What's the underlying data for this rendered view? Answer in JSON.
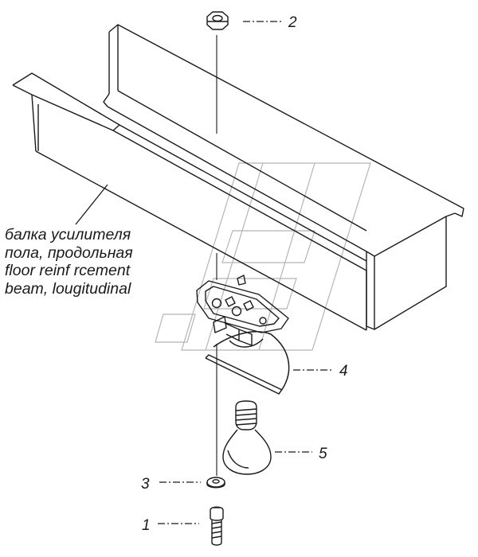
{
  "beam_label": {
    "lines": [
      "балка усилителя",
      "пола, продольная",
      "floor  reinf rcement",
      "beam, lougitudinal"
    ]
  },
  "callouts": [
    {
      "number": "1",
      "part": "screw"
    },
    {
      "number": "2",
      "part": "nut"
    },
    {
      "number": "3",
      "part": "washer"
    },
    {
      "number": "4",
      "part": "lamp-housing"
    },
    {
      "number": "5",
      "part": "bulb"
    }
  ],
  "colors": {
    "line": "#1a1a1a",
    "watermark": "#b5b5b5"
  }
}
